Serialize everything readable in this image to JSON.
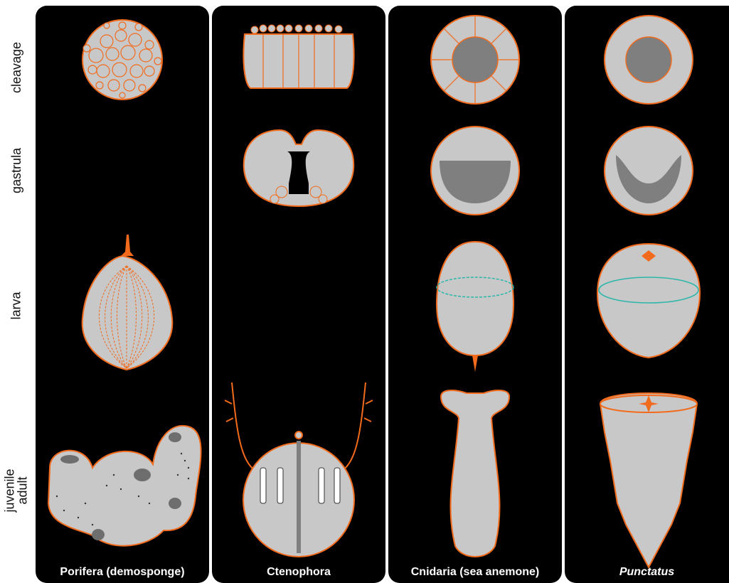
{
  "rows": {
    "cleavage": "cleavage",
    "gastrula": "gastrula",
    "larva": "larva",
    "juvenile_line1": "juvenile",
    "juvenile_line2": "adult"
  },
  "columns": [
    {
      "title": "Porifera (demosponge)",
      "italic": false
    },
    {
      "title": "Ctenophora",
      "italic": false
    },
    {
      "title": "Cnidaria (sea anemone)",
      "italic": false
    },
    {
      "title": "Punctatus",
      "italic": true
    }
  ],
  "colors": {
    "panel": "#000000",
    "cell": "#c8c8c8",
    "outline": "#f26b1d",
    "dark": "#7f7f7f",
    "cilia_band": "#2ab7a9"
  }
}
